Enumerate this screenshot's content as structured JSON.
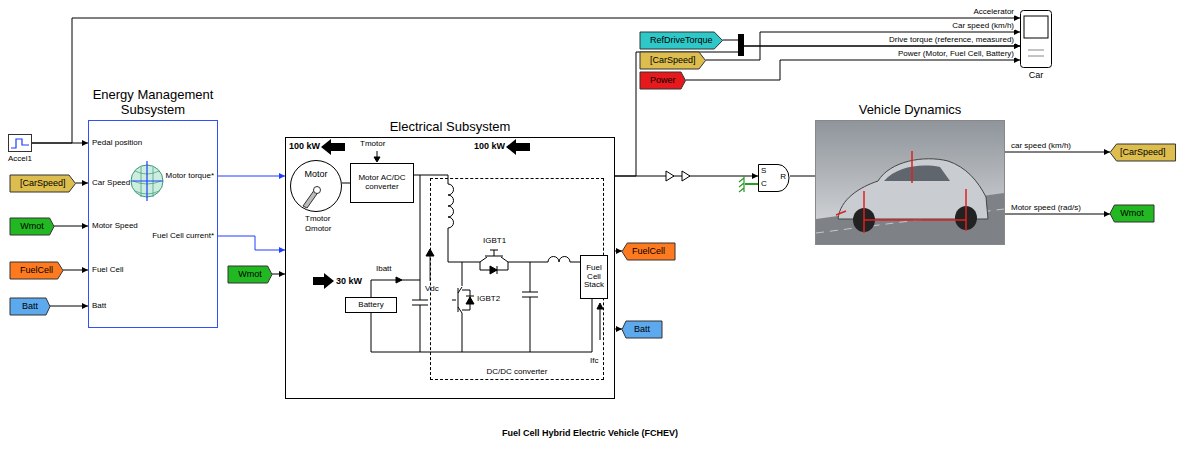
{
  "diagram": {
    "caption": "Fuel Cell Hybrid Electric Vehicle (FCHEV)",
    "nodes": [
      {
        "text": [
          "Accel1"
        ]
      },
      {
        "text": [
          "[CarSpeed]"
        ]
      },
      {
        "text": [
          "Wmot"
        ]
      },
      {
        "text": [
          "FuelCell"
        ]
      },
      {
        "text": [
          "Batt"
        ]
      },
      {
        "text": [
          "Energy Management Subsystem",
          "Pedal position",
          "Car Speed",
          "Motor Speed",
          "Fuel Cell",
          "Batt",
          "Motor torque*",
          "Fuel Cell current*"
        ]
      },
      {
        "text": [
          "Electrical Subsystem"
        ]
      },
      {
        "text": [
          "Motor"
        ],
        "in": 6
      },
      {
        "text": [
          "Motor AC/DC converter"
        ],
        "in": 6
      },
      {
        "text": [
          "Battery"
        ],
        "in": 6
      },
      {
        "text": [
          "DC/DC converter"
        ],
        "in": 6
      },
      {
        "text": [
          "Fuel Cell Stack"
        ],
        "in": 10
      },
      {
        "text": [
          "Wmot"
        ]
      },
      {
        "text": [
          "FuelCell"
        ]
      },
      {
        "text": [
          "Batt"
        ]
      },
      {
        "text": [
          "RefDriveTorque"
        ]
      },
      {
        "text": [
          "[CarSpeed]"
        ]
      },
      {
        "text": [
          "Power"
        ]
      },
      {
        "text": [
          "Car"
        ]
      },
      {
        "text": [
          "S",
          "C",
          "R"
        ]
      },
      {
        "text": [
          "Vehicle Dynamics"
        ]
      },
      {
        "text": [
          "[CarSpeed]"
        ]
      },
      {
        "text": [
          "Wmot"
        ]
      }
    ],
    "edges": [
      {
        "from": 0,
        "to": 5,
        "arrow": "to"
      },
      {
        "from": 0,
        "to": 18,
        "arrow": "to",
        "label": "Accelerator"
      },
      {
        "from": 1,
        "to": 5,
        "arrow": "to"
      },
      {
        "from": 2,
        "to": 5,
        "arrow": "to"
      },
      {
        "from": 3,
        "to": 5,
        "arrow": "to"
      },
      {
        "from": 4,
        "to": 5,
        "arrow": "to"
      },
      {
        "from": 5,
        "to": 6,
        "arrow": "to"
      },
      {
        "from": 5,
        "to": 6,
        "arrow": "to"
      },
      {
        "from": 12,
        "to": 6,
        "arrow": "to"
      },
      {
        "from": 6,
        "to": 13,
        "arrow": "to"
      },
      {
        "from": 6,
        "to": 14,
        "arrow": "to"
      },
      {
        "from": 6,
        "to": 19,
        "arrow": "to"
      },
      {
        "from": 19,
        "to": 20,
        "arrow": "none"
      },
      {
        "from": 6,
        "to": 18,
        "arrow": "to"
      },
      {
        "from": 15,
        "to": 18,
        "arrow": "to",
        "label": "Drive torque (reference, measured)"
      },
      {
        "from": 16,
        "to": 18,
        "arrow": "to",
        "label": "Car speed (km/h)"
      },
      {
        "from": 17,
        "to": 18,
        "arrow": "to",
        "label": "Power (Motor, Fuel Cell, Battery)"
      },
      {
        "from": 20,
        "to": 21,
        "arrow": "to",
        "label": "car speed (km/h)"
      },
      {
        "from": 20,
        "to": 22,
        "arrow": "to",
        "label": "Motor speed (rad/s)"
      }
    ],
    "labels": [
      "100 kW",
      "Tmotor",
      "Tmotor",
      "Ωmotor",
      "100 kW",
      "Ibatt",
      "Vdc",
      "30 kW",
      "IGBT1",
      "IGBT2",
      "Ifc"
    ]
  }
}
